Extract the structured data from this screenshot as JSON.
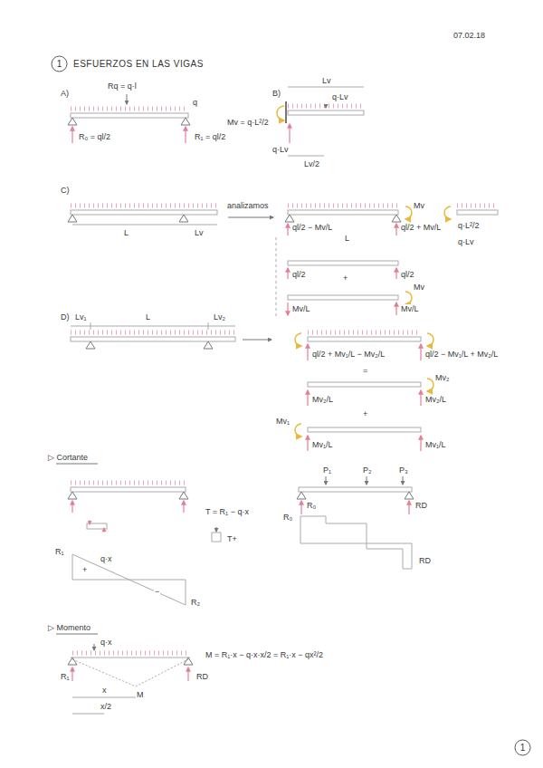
{
  "diagram": {
    "title": "ESFUERZOS EN LAS VIGAS",
    "nodes": [
      {
        "text": [
          "1"
        ]
      },
      {
        "text": [
          "1"
        ]
      }
    ],
    "labels": [
      "07.02.18",
      "A)",
      "Rq = q·l",
      "q",
      "R₀ = ql/2",
      "R₁ = ql/2",
      "B)",
      "Lv",
      "q·Lv",
      "Mv = q·L²/2",
      "q·Lv",
      "Lv/2",
      "C)",
      "L",
      "Lv",
      "analizamos",
      "ql/2 − Mv/L",
      "L",
      "ql/2 + Mv/L",
      "Mv",
      "q·L²/2",
      "q·Lv",
      "ql/2",
      "+",
      "ql/2",
      "Mv",
      "Mv/L",
      "Mv/L",
      "D)",
      "Lv₁",
      "L",
      "Lv₂",
      "ql/2 + Mv₁/L − Mv₂/L",
      "ql/2 − Mv₁/L + Mv₂/L",
      "=",
      "Mv₂",
      "Mv₂/L",
      "Mv₂/L",
      "+",
      "Mv₁",
      "Mv₁/L",
      "Mv₁/L",
      "▷ Cortante",
      "T = R₁ − q·x",
      "T+",
      "R₁",
      "+",
      "q·x",
      "−",
      "R₂",
      "P₁",
      "P₂",
      "P₃",
      "R₀",
      "RD",
      "R₀",
      "RD",
      "▷ Momento",
      "q·x",
      "R₁",
      "RD",
      "M",
      "x",
      "x/2",
      "M = R₁·x − q·x·x/2 = R₁·x − qx²/2"
    ]
  }
}
